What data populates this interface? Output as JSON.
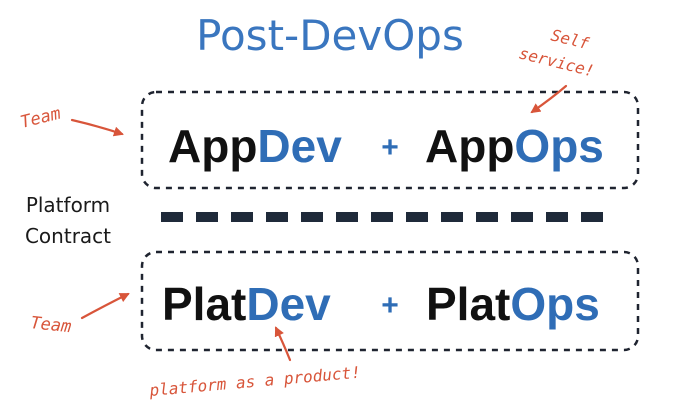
{
  "title": "Post-DevOps",
  "top_row": {
    "left_dark": "App",
    "left_blue": "Dev",
    "plus": "+",
    "right_dark": "App",
    "right_blue": "Ops"
  },
  "bottom_row": {
    "left_dark": "Plat",
    "left_blue": "Dev",
    "plus": "+",
    "right_dark": "Plat",
    "right_blue": "Ops"
  },
  "contract_label": {
    "line1": "Platform",
    "line2": "Contract"
  },
  "annotations": {
    "team_top": "Team",
    "team_bottom": "Team",
    "self_service_line1": "Self",
    "self_service_line2": "service!",
    "platform_product": "platform as a product!"
  },
  "colors": {
    "title": "#3a76bf",
    "accent_blue": "#2f6db6",
    "dark_text": "#111111",
    "annotation": "#d8553a",
    "box_border": "#1f2430",
    "contract_dash": "#1f2a3a"
  }
}
